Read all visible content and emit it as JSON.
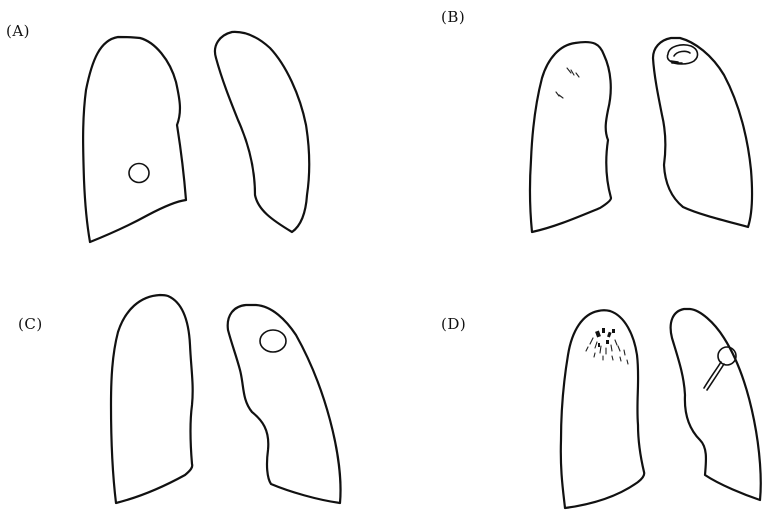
{
  "panels": [
    {
      "id": "A",
      "label": "(A)"
    },
    {
      "id": "B",
      "label": "(B)"
    },
    {
      "id": "C",
      "label": "(C)"
    },
    {
      "id": "D",
      "label": "(D)"
    }
  ],
  "colors": {
    "background": "#ffffff",
    "ink": "#111111"
  }
}
